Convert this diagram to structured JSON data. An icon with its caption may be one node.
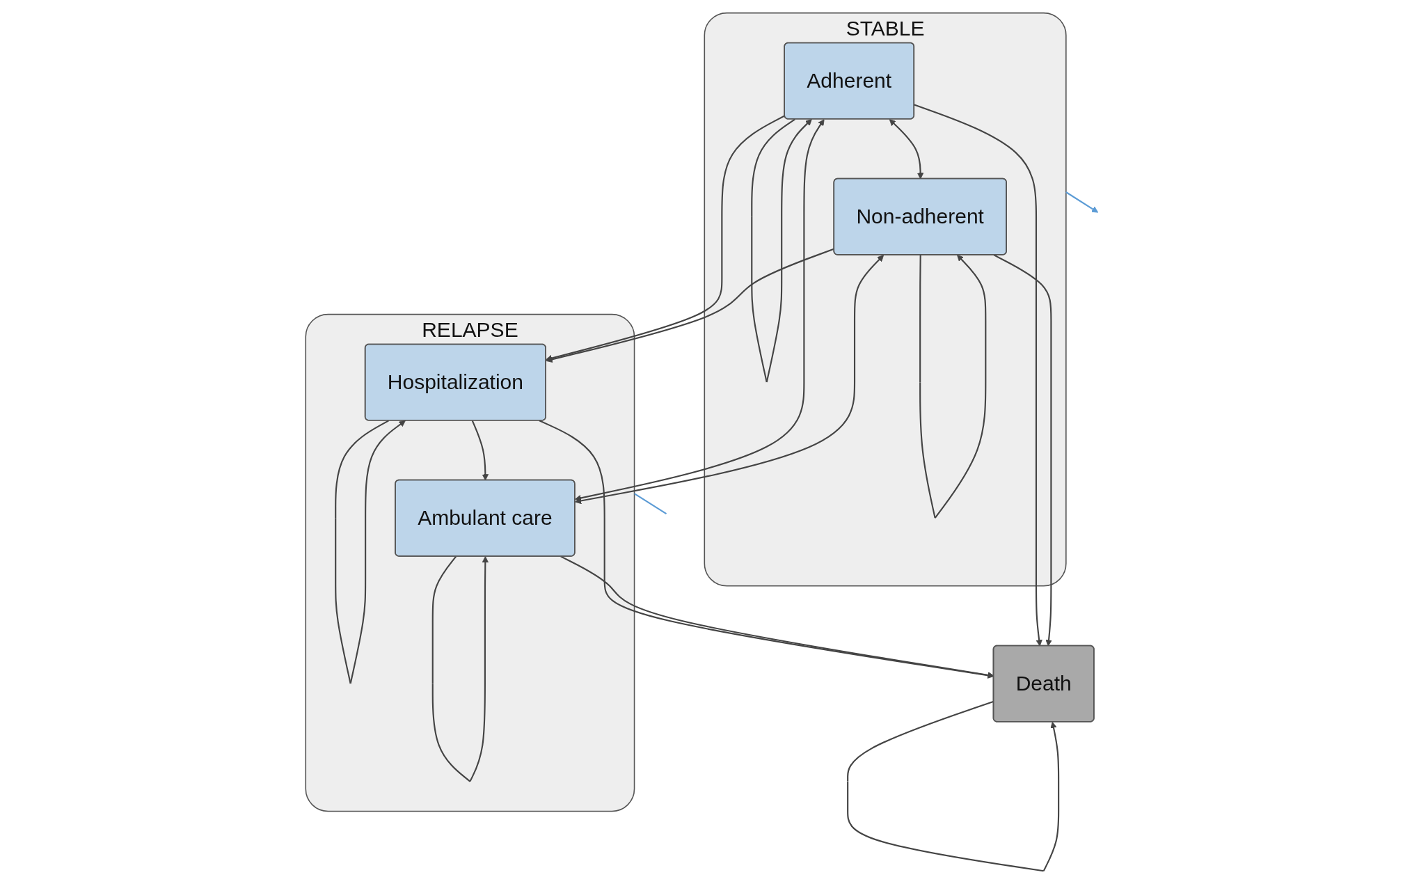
{
  "diagram": {
    "nodes": [
      {
        "text": [
          "STABLE"
        ]
      },
      {
        "text": [
          "Adherent"
        ],
        "in": 0
      },
      {
        "text": [
          "Non-adherent"
        ],
        "in": 0
      },
      {
        "text": [
          "RELAPSE"
        ]
      },
      {
        "text": [
          "Hospitalization"
        ],
        "in": 3
      },
      {
        "text": [
          "Ambulant care"
        ],
        "in": 3
      },
      {
        "text": [
          "Death"
        ]
      }
    ],
    "edges": [
      {
        "from": 0,
        "to": null,
        "arrow": "to",
        "color": "#5b9bd5"
      },
      {
        "from": 3,
        "to": null,
        "arrow": "none",
        "color": "#5b9bd5"
      },
      {
        "from": 1,
        "to": 1,
        "arrow": "to"
      },
      {
        "from": 1,
        "to": 4,
        "arrow": "to"
      },
      {
        "from": 1,
        "to": 2,
        "arrow": "both"
      },
      {
        "from": 1,
        "to": 5,
        "arrow": "both"
      },
      {
        "from": 1,
        "to": 6,
        "arrow": "to"
      },
      {
        "from": 2,
        "to": 2,
        "arrow": "to"
      },
      {
        "from": 2,
        "to": 4,
        "arrow": "to"
      },
      {
        "from": 2,
        "to": 5,
        "arrow": "both"
      },
      {
        "from": 2,
        "to": 6,
        "arrow": "to"
      },
      {
        "from": 4,
        "to": 4,
        "arrow": "to"
      },
      {
        "from": 4,
        "to": 5,
        "arrow": "to"
      },
      {
        "from": 4,
        "to": 6,
        "arrow": "to"
      },
      {
        "from": 5,
        "to": 5,
        "arrow": "to"
      },
      {
        "from": 5,
        "to": 6,
        "arrow": "to"
      },
      {
        "from": 6,
        "to": 6,
        "arrow": "to"
      }
    ]
  }
}
